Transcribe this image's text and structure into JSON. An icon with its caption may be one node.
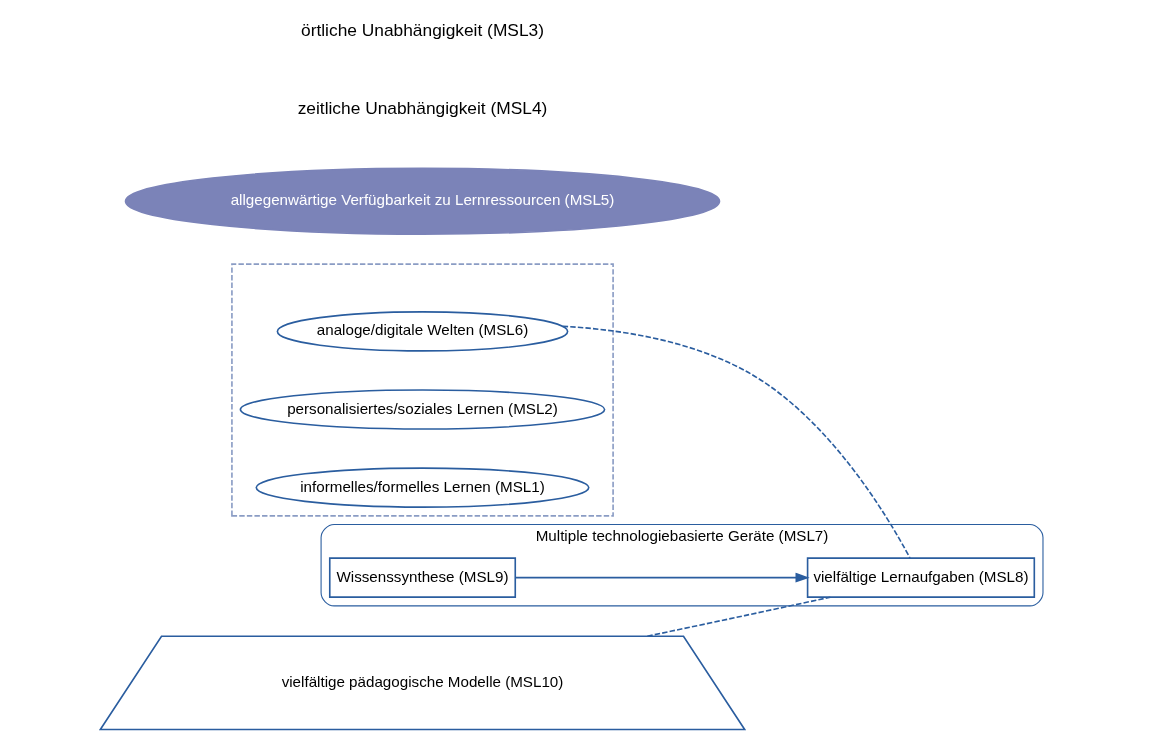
{
  "diagram": {
    "nodes": [
      {
        "text": [],
        "shape": "box"
      },
      {
        "text": [
          "analoge/digitale Welten (MSL6)"
        ],
        "in": 0
      },
      {
        "text": [
          "personalisiertes/soziales Lernen (MSL2)"
        ],
        "in": 0
      },
      {
        "text": [
          "informelles/formelles Lernen (MSL1)"
        ],
        "in": 0
      },
      {
        "text": [
          "allgegenwärtige Verfügbarkeit zu Lernressourcen (MSL5)"
        ]
      },
      {
        "text": [
          "Multiple technologiebasierte Geräte (MSL7)"
        ]
      },
      {
        "text": [
          "vielfältige Lernaufgaben (MSL8)"
        ],
        "in": 5
      },
      {
        "text": [
          "Wissenssynthese (MSL9)"
        ],
        "in": 5
      },
      {
        "text": [
          "vielfältige pädagogische Modelle (MSL10)"
        ]
      }
    ],
    "edges": [
      {
        "from": 1,
        "to": 6,
        "arrow": "none",
        "style": "dashed"
      },
      {
        "from": 8,
        "to": 6,
        "arrow": "none",
        "style": "dashed"
      },
      {
        "from": 7,
        "to": 6,
        "arrow": "to"
      }
    ],
    "labels": [
      "zeitliche Unabhängigkeit (MSL4)",
      "örtliche Unabhängigkeit (MSL3)"
    ]
  }
}
